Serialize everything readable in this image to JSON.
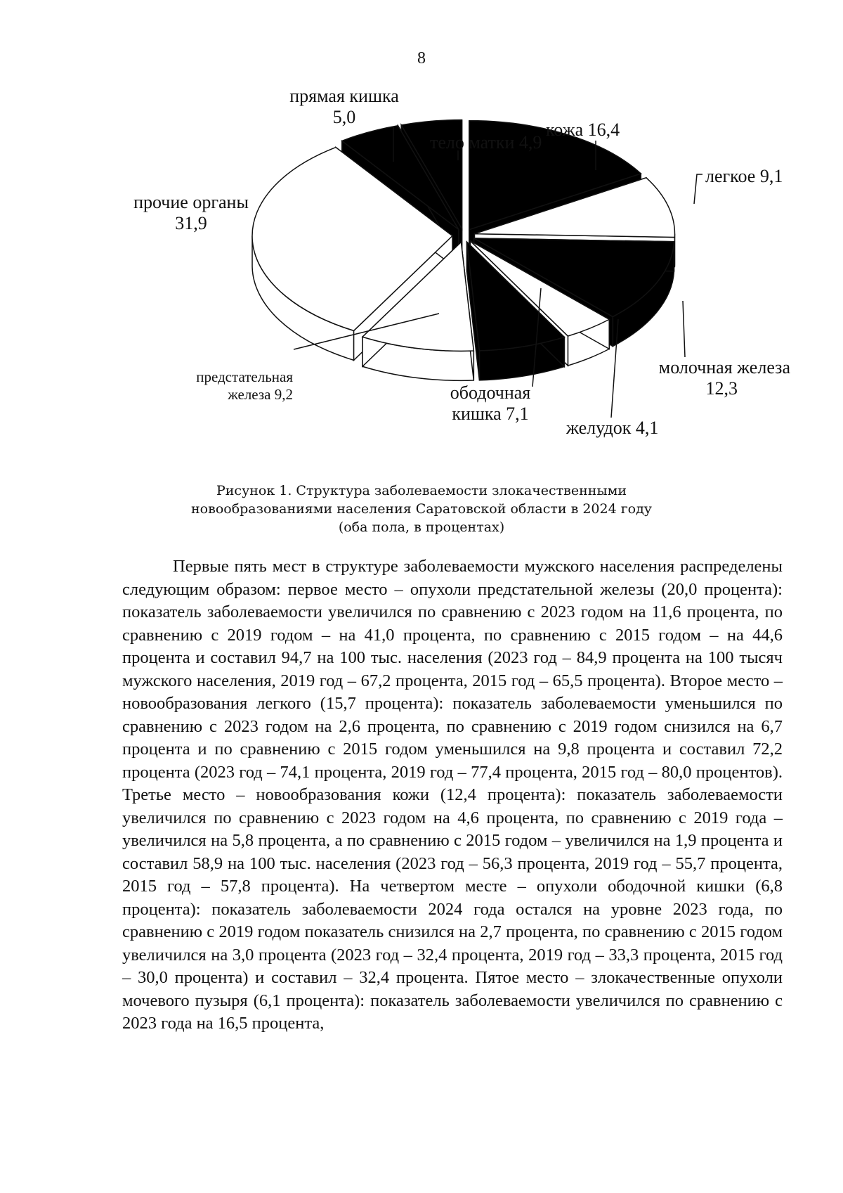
{
  "page": {
    "number": "8"
  },
  "chart_data": {
    "type": "pie",
    "slices": [
      {
        "label": "кожа",
        "value_text": "16,4",
        "value": 16.4,
        "color": "#000000"
      },
      {
        "label": "легкое",
        "value_text": "9,1",
        "value": 9.1,
        "color": "#ffffff"
      },
      {
        "label": "молочная железа",
        "value_text": "12,3",
        "value": 12.3,
        "color": "#000000"
      },
      {
        "label": "желудок",
        "value_text": "4,1",
        "value": 4.1,
        "color": "#ffffff"
      },
      {
        "label": "ободочная кишка",
        "value_text": "7,1",
        "value": 7.1,
        "color": "#000000"
      },
      {
        "label": "предстательная железа",
        "value_text": "9,2",
        "value": 9.2,
        "color": "#ffffff"
      },
      {
        "label": "прочие органы",
        "value_text": "31,9",
        "value": 31.9,
        "color": "#ffffff"
      },
      {
        "label": "прямая кишка",
        "value_text": "5,0",
        "value": 5.0,
        "color": "#000000"
      },
      {
        "label": "тело матки",
        "value_text": "4,9",
        "value": 4.9,
        "color": "#000000"
      }
    ],
    "labels": {
      "skin": "кожа 16,4",
      "lung": "легкое 9,1",
      "breast_1": "молочная железа",
      "breast_2": "12,3",
      "stomach": "желудок 4,1",
      "colon_1": "ободочная",
      "colon_2": "кишка 7,1",
      "prostate_1": "предстательная",
      "prostate_2": "железа 9,2",
      "other_1": "прочие органы",
      "other_2": "31,9",
      "rectum_1": "прямая кишка",
      "rectum_2": "5,0",
      "uterus": "тело матки 4,9"
    }
  },
  "caption": {
    "line1": "Рисунок 1. Структура заболеваемости злокачественными",
    "line2": "новообразованиями населения Саратовской области в 2024 году",
    "line3": "(оба пола, в процентах)"
  },
  "body": {
    "paragraph": "Первые пять мест в структуре заболеваемости мужского населения распределены следующим образом: первое место – опухоли предстательной железы (20,0 процента): показатель заболеваемости увеличился по сравнению с 2023 годом на 11,6 процента, по сравнению с 2019 годом – на 41,0 процента, по сравнению с 2015 годом – на 44,6 процента и составил 94,7 на 100 тыс. населения (2023 год – 84,9 процента на 100 тысяч мужского населения, 2019 год – 67,2 процента, 2015 год – 65,5 процента). Второе место – новообразования легкого (15,7 процента): показатель заболеваемости уменьшился по сравнению с 2023 годом на 2,6 процента, по сравнению с 2019 годом снизился на 6,7 процента и по сравнению с 2015 годом уменьшился на 9,8 процента и составил 72,2 процента (2023 год – 74,1 процента, 2019 год – 77,4 процента, 2015 год – 80,0 процентов). Третье место – новообразования кожи (12,4 процента): показатель заболеваемости увеличился по сравнению с 2023 годом на 4,6 процента, по сравнению с 2019 года – увеличился на 5,8 процента, а по сравнению с 2015 годом – увеличился на 1,9 процента и составил 58,9 на 100 тыс. населения (2023 год – 56,3 процента, 2019 год – 55,7 процента, 2015 год – 57,8 процента). На четвертом месте – опухоли ободочной кишки (6,8 процента): показатель заболеваемости 2024 года остался на уровне 2023 года, по сравнению с 2019 годом показатель снизился на 2,7 процента, по сравнению с 2015 годом увеличился на 3,0 процента (2023 год – 32,4 процента, 2019 год – 33,3 процента, 2015 год – 30,0 процента) и составил – 32,4 процента. Пятое место – злокачественные опухоли мочевого пузыря (6,1 процента): показатель заболеваемости увеличился по сравнению с 2023 года на 16,5 процента,"
  }
}
